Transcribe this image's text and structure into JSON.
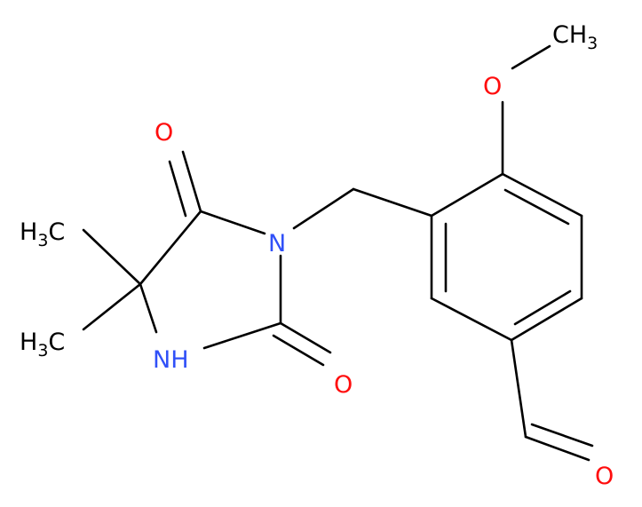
{
  "molecule": {
    "colors": {
      "bond": "#000000",
      "oxygen": "#ff0d0d",
      "nitrogen": "#3050f8",
      "carbon": "#000000"
    },
    "labels": {
      "o_methoxy": "O",
      "ch3_methoxy_main": "CH",
      "ch3_methoxy_sub": "3",
      "o_ketone": "O",
      "n_imide": "N",
      "h3c_top_pre": "H",
      "h3c_top_sub": "3",
      "h3c_top_post": "C",
      "h3c_bottom_pre": "H",
      "h3c_bottom_sub": "3",
      "h3c_bottom_post": "C",
      "nh": "NH",
      "o_urea": "O",
      "o_aldehyde": "O"
    }
  }
}
